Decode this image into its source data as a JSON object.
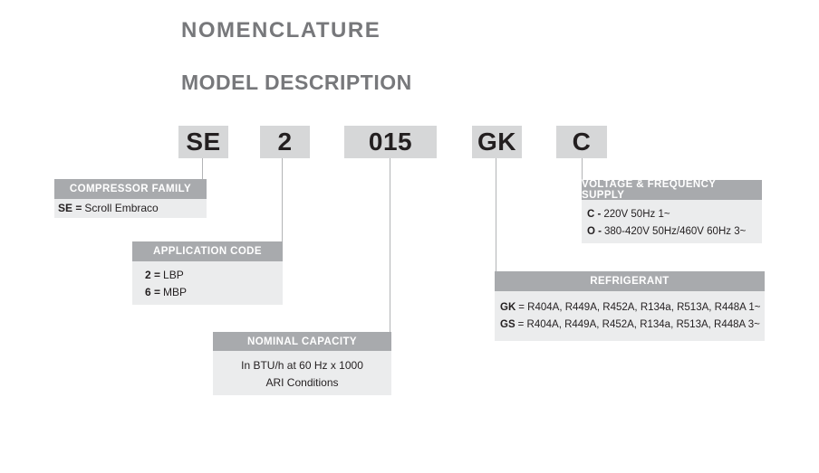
{
  "page": {
    "title": "NOMENCLATURE",
    "subtitle": "MODEL DESCRIPTION"
  },
  "colors": {
    "title_text": "#77787b",
    "code_box_bg": "#d6d7d8",
    "code_text": "#231f20",
    "header_bar_bg": "#a8aaad",
    "header_text": "#ffffff",
    "body_box_bg": "#ebeced",
    "body_text": "#231f20",
    "connector_line": "#b3b4b6"
  },
  "model_code": {
    "segments": [
      {
        "label": "SE"
      },
      {
        "label": "2"
      },
      {
        "label": "015"
      },
      {
        "label": "GK"
      },
      {
        "label": "C"
      }
    ]
  },
  "boxes": {
    "compressor_family": {
      "title": "COMPRESSOR FAMILY",
      "lines": [
        {
          "key": "SE =",
          "value": "Scroll Embraco"
        }
      ]
    },
    "application_code": {
      "title": "APPLICATION CODE",
      "lines": [
        {
          "key": "2 =",
          "value": "LBP"
        },
        {
          "key": "6 =",
          "value": "MBP"
        }
      ]
    },
    "nominal_capacity": {
      "title": "NOMINAL CAPACITY",
      "lines": [
        "In BTU/h at 60 Hz x 1000",
        "ARI Conditions"
      ]
    },
    "refrigerant": {
      "title": "REFRIGERANT",
      "lines": [
        {
          "key": "GK",
          "value": "= R404A, R449A, R452A, R134a, R513A, R448A 1~"
        },
        {
          "key": "GS",
          "value": "= R404A, R449A, R452A, R134a, R513A, R448A 3~"
        }
      ]
    },
    "voltage_frequency": {
      "title": "VOLTAGE & FREQUENCY SUPPLY",
      "lines": [
        {
          "key": "C -",
          "value": "220V 50Hz 1~"
        },
        {
          "key": "O -",
          "value": "380-420V 50Hz/460V 60Hz 3~"
        }
      ]
    }
  }
}
